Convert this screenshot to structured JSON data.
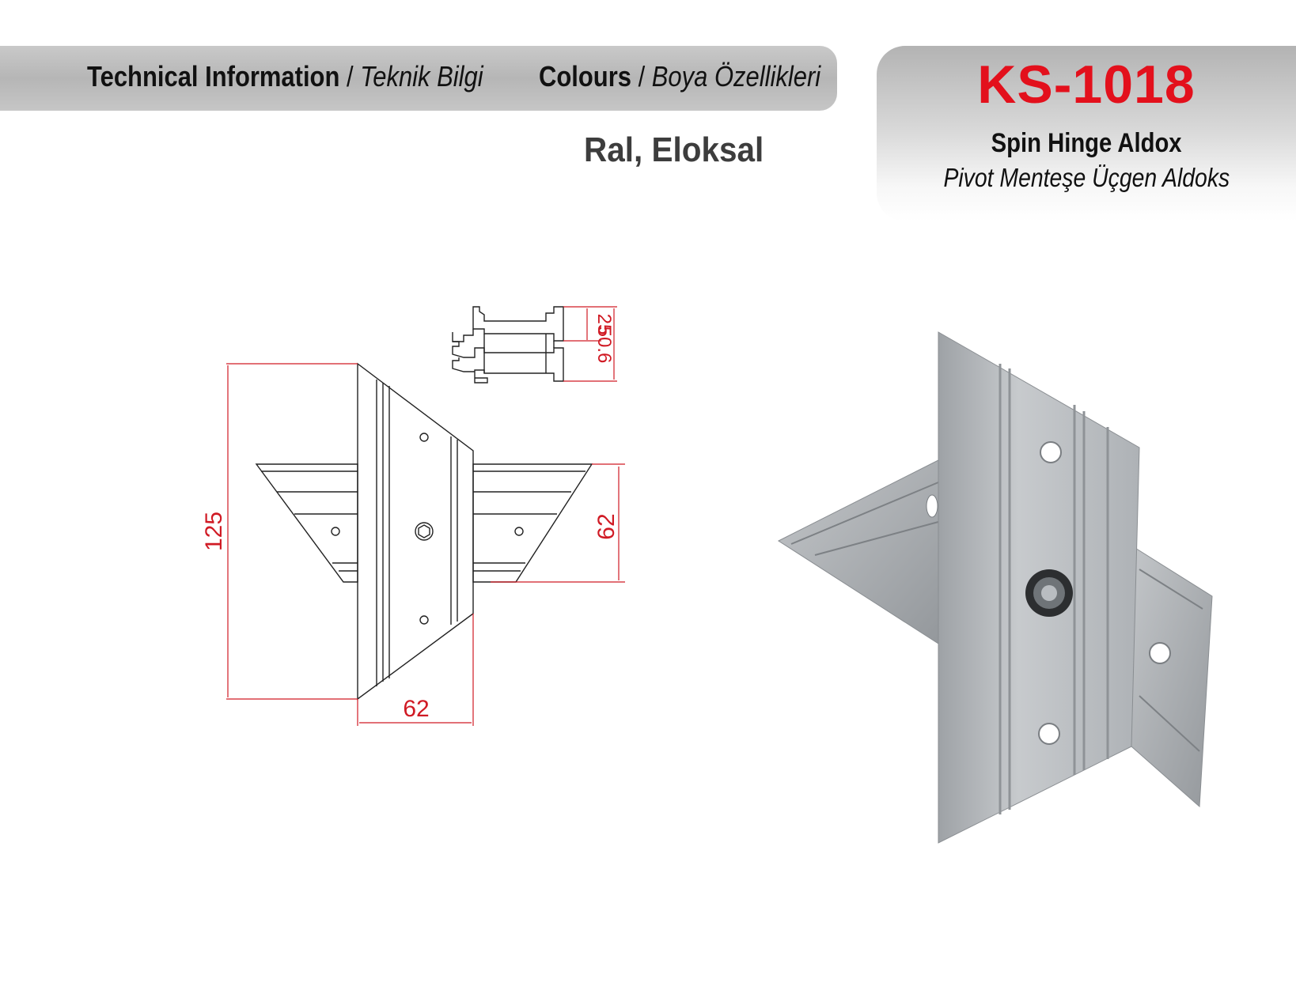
{
  "header": {
    "technical_label": "Technical Information",
    "technical_sep": " / ",
    "technical_label_tr": "Teknik Bilgi",
    "colours_label": "Colours",
    "colours_sep": " / ",
    "colours_label_tr": "Boya Özellikleri"
  },
  "colours": {
    "value": "Ral, Eloksal"
  },
  "product": {
    "code": "KS-1018",
    "name": "Spin Hinge Aldox",
    "name_tr": "Pivot Menteşe Üçgen Aldoks",
    "code_color": "#e3101c"
  },
  "drawing": {
    "dim_height": "125",
    "dim_bottom_width": "62",
    "dim_right_height": "62",
    "dim_profile_small": "25",
    "dim_profile_total": "50.6",
    "dimension_color": "#d01a24"
  }
}
